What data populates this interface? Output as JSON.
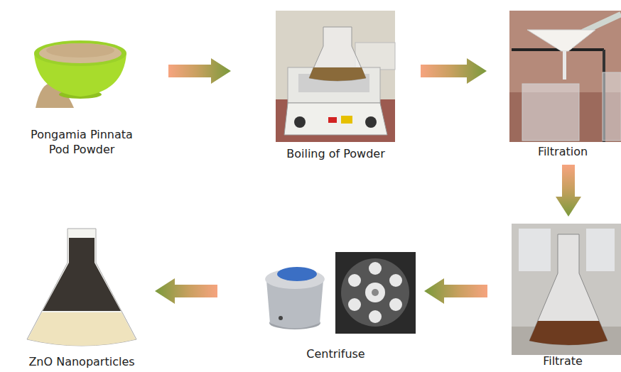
{
  "diagram": {
    "nodes": [
      {
        "text": [
          "Pongamia Pinnata Pod Powder"
        ]
      },
      {
        "text": [
          "Boiling of Powder"
        ]
      },
      {
        "text": [
          "Filtration"
        ]
      },
      {
        "text": [
          "Filtrate"
        ]
      },
      {
        "text": [
          "Centrifuse"
        ]
      },
      {
        "text": [
          "ZnO Nanoparticles"
        ]
      }
    ],
    "edges": [
      {
        "from": 0,
        "to": 1,
        "arrow": "to"
      },
      {
        "from": 1,
        "to": 2,
        "arrow": "to"
      },
      {
        "from": 2,
        "to": 3,
        "arrow": "to"
      },
      {
        "from": 3,
        "to": 4,
        "arrow": "to"
      },
      {
        "from": 4,
        "to": 5,
        "arrow": "to"
      }
    ]
  }
}
